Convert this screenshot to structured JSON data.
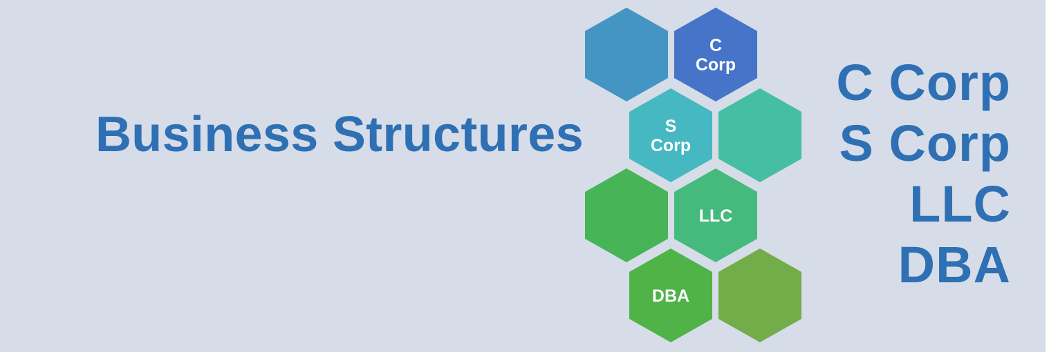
{
  "title": "Business Structures",
  "hexagons": [
    {
      "label": [],
      "color": "#4495c4"
    },
    {
      "label": [
        "C",
        "Corp"
      ],
      "color": "#4574c8"
    },
    {
      "label": [
        "S",
        "Corp"
      ],
      "color": "#45b8c2"
    },
    {
      "label": [],
      "color": "#45bea1"
    },
    {
      "label": [],
      "color": "#47b457"
    },
    {
      "label": [
        "LLC"
      ],
      "color": "#45ba7c"
    },
    {
      "label": [
        "DBA"
      ],
      "color": "#4fb348"
    },
    {
      "label": [],
      "color": "#72ad49"
    }
  ],
  "structures": [
    "C Corp",
    "S Corp",
    "LLC",
    "DBA"
  ],
  "colors": {
    "background": "#d6dde8",
    "text": "#2e70b3",
    "hex_text": "#ffffff"
  }
}
